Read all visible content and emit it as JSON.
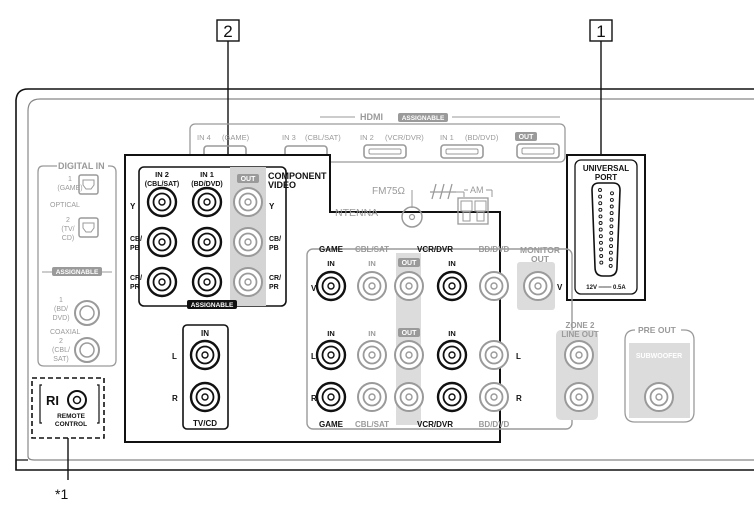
{
  "callouts": {
    "c1": "1",
    "c2": "2",
    "footnote": "*1"
  },
  "hdmi": {
    "title": "HDMI",
    "assignable": "ASSIGNABLE",
    "in4": "IN 4",
    "in4_sub": "(GAME)",
    "in3": "IN 3",
    "in3_sub": "(CBL/SAT)",
    "in2": "IN 2",
    "in2_sub": "(VCR/DVR)",
    "in1": "IN 1",
    "in1_sub": "(BD/DVD)",
    "out": "OUT"
  },
  "digital_in": {
    "title": "DIGITAL IN",
    "opt1_num": "1",
    "opt1_src": "(GAME)",
    "optical": "OPTICAL",
    "opt2_num": "2",
    "opt2_src1": "(TV/",
    "opt2_src2": "CD)",
    "assignable": "ASSIGNABLE",
    "coax1_num": "1",
    "coax1_src1": "(BD/",
    "coax1_src2": "DVD)",
    "coaxial": "COAXIAL",
    "coax2_num": "2",
    "coax2_src1": "(CBL/",
    "coax2_src2": "SAT)"
  },
  "remote": {
    "ri": "RI",
    "label1": "REMOTE",
    "label2": "CONTROL"
  },
  "component": {
    "in2": "IN 2",
    "in2_sub": "(CBL/SAT)",
    "in1": "IN 1",
    "in1_sub": "(BD/DVD)",
    "out": "OUT",
    "title1": "COMPONENT",
    "title2": "VIDEO",
    "y": "Y",
    "cb": "CB/",
    "pb": "PB",
    "cr": "CR/",
    "pr": "PR",
    "assignable": "ASSIGNABLE"
  },
  "antenna": {
    "fm": "FM75Ω",
    "am": "AM",
    "label": "NTENNA"
  },
  "universal": {
    "title1": "UNIVERSAL",
    "title2": "PORT",
    "rating": "12V ═══ 0.5A"
  },
  "tvcd": {
    "in": "IN",
    "l": "L",
    "r": "R",
    "name": "TV/CD"
  },
  "av": {
    "game": "GAME",
    "cblsat": "CBL/SAT",
    "vcrdvr": "VCR/DVR",
    "bddvd": "BD/DVD",
    "in": "IN",
    "out": "OUT",
    "v": "V",
    "l": "L",
    "r": "R"
  },
  "monitor": {
    "t1": "MONITOR",
    "t2": "OUT",
    "v": "V"
  },
  "zone2": {
    "t1": "ZONE 2",
    "t2": "LINE OUT",
    "l": "L",
    "r": "R"
  },
  "preout": {
    "title": "PRE OUT",
    "sub": "SUBWOOFER"
  },
  "side": {
    "l": "L",
    "r": "R"
  }
}
